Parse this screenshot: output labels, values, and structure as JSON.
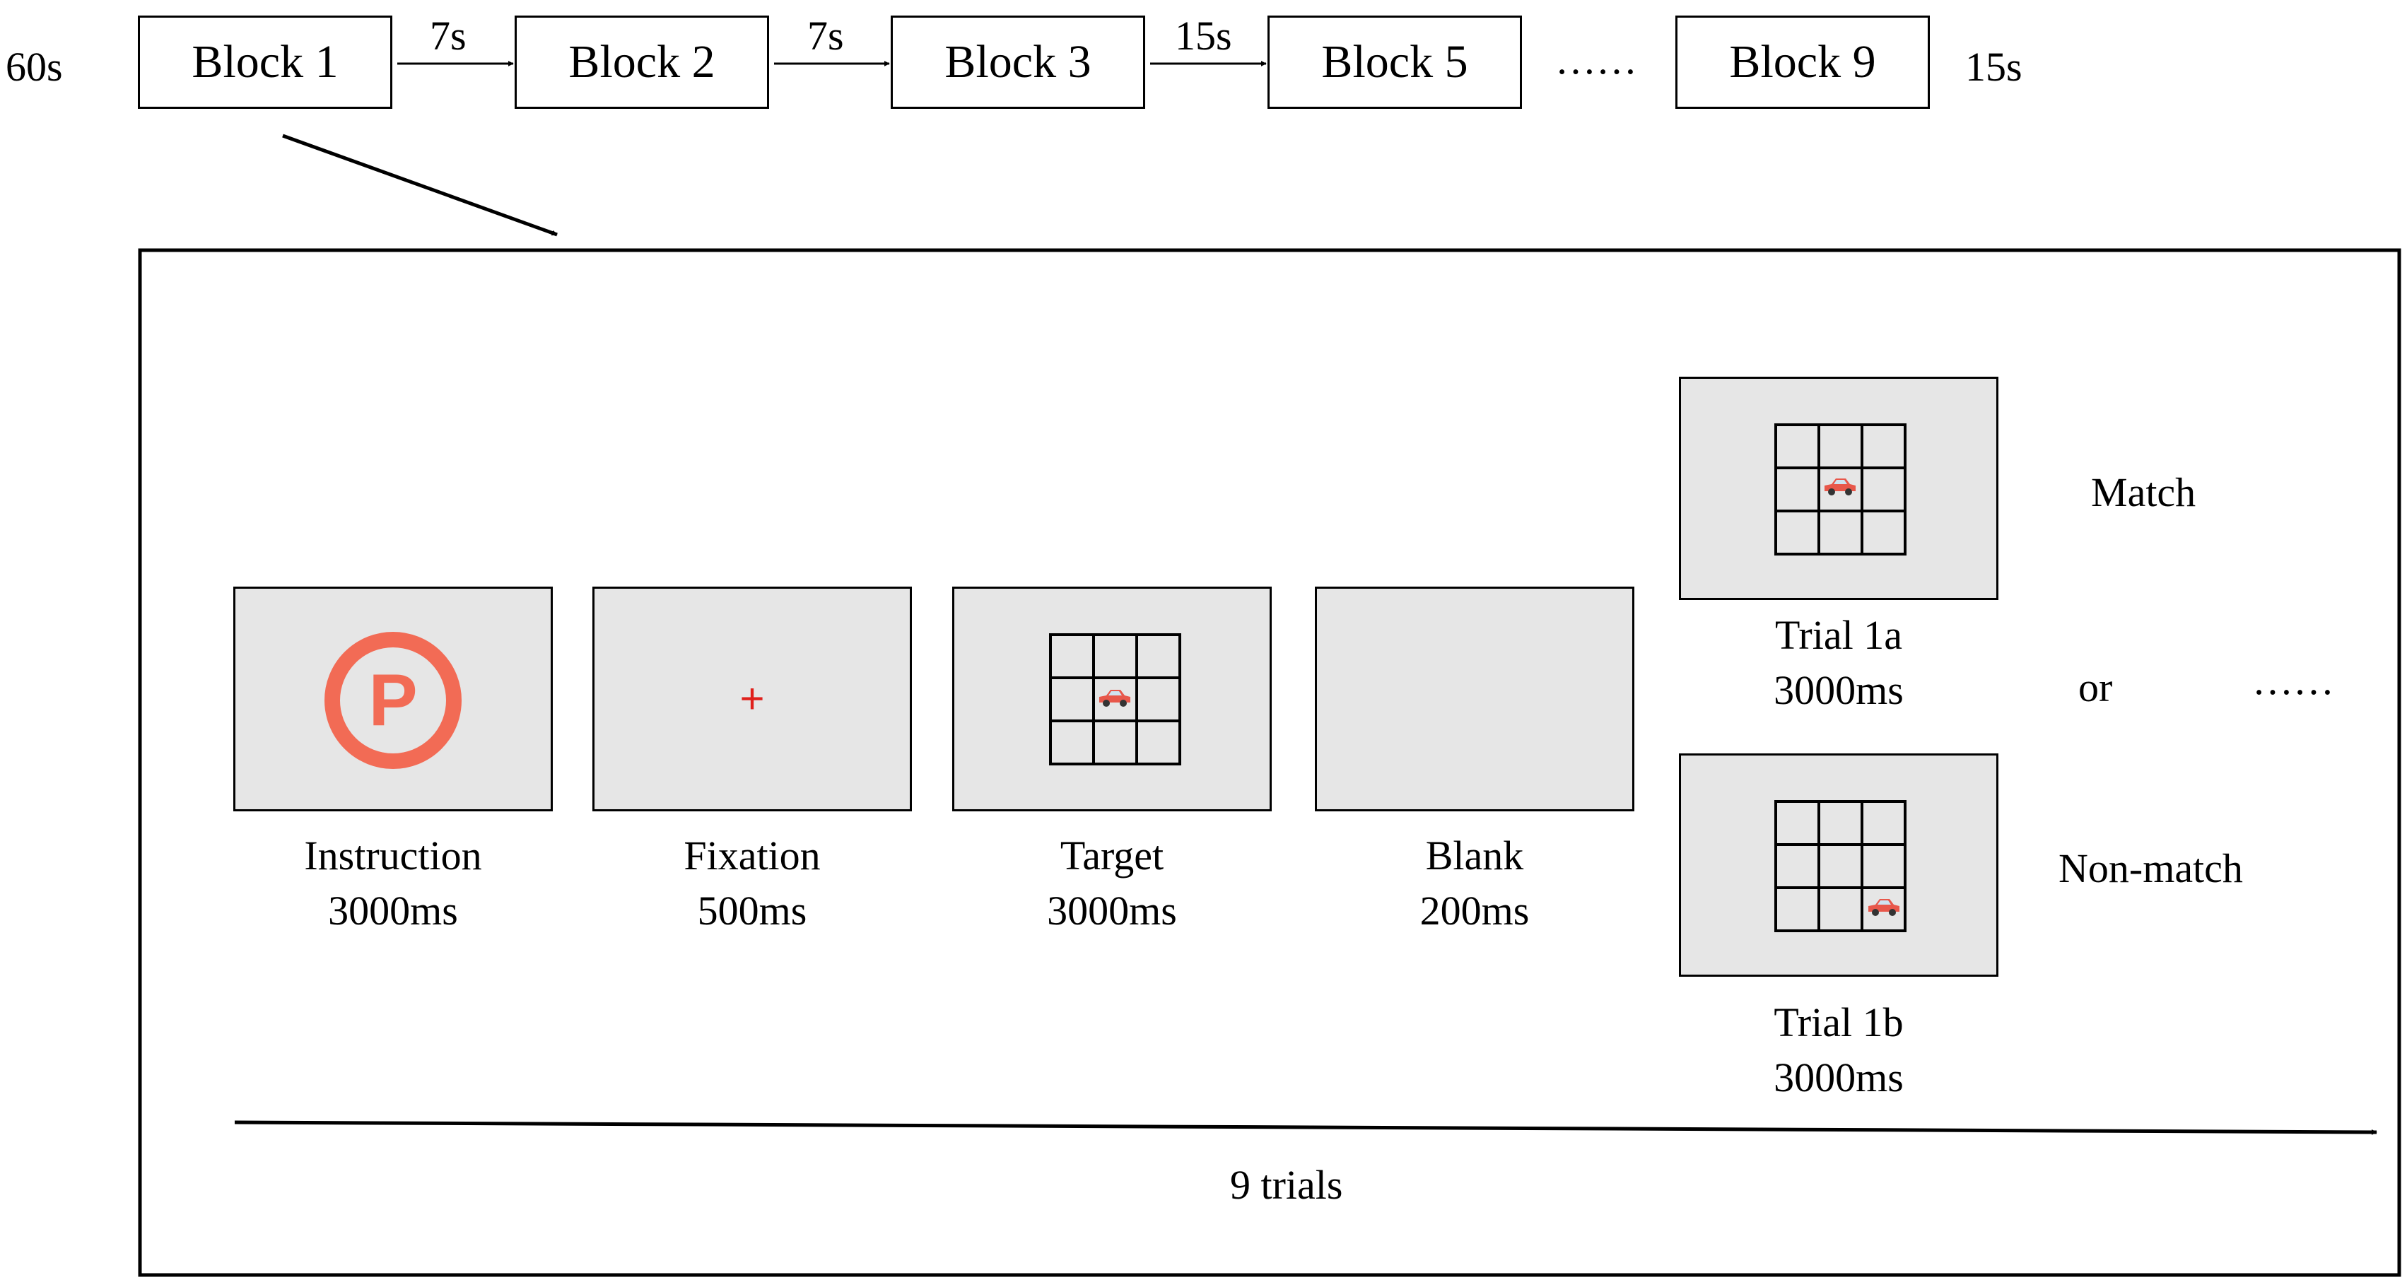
{
  "timeline": {
    "start_label": "60s",
    "end_label": "15s",
    "ellipsis": "……",
    "blocks": [
      {
        "label": "Block 1"
      },
      {
        "label": "Block 2"
      },
      {
        "label": "Block 3"
      },
      {
        "label": "Block 5"
      },
      {
        "label": "Block 9"
      }
    ],
    "intervals": [
      "7s",
      "7s",
      "15s"
    ]
  },
  "trial": {
    "panels": [
      {
        "name": "Instruction",
        "duration": "3000ms"
      },
      {
        "name": "Fixation",
        "duration": "500ms"
      },
      {
        "name": "Target",
        "duration": "3000ms"
      },
      {
        "name": "Blank",
        "duration": "200ms"
      }
    ],
    "options": [
      {
        "name": "Trial 1a",
        "duration": "3000ms",
        "label": "Match"
      },
      {
        "name": "Trial 1b",
        "duration": "3000ms",
        "label": "Non-match"
      }
    ],
    "or_label": "or",
    "ellipsis": "……",
    "count_label": "9 trials",
    "instruction_symbol": "P",
    "fixation_symbol": "+"
  },
  "colors": {
    "instruction_icon": "#f26b55",
    "fixation": "#e0201b",
    "car": "#e8574a",
    "panel_bg": "#e6e6e6"
  }
}
